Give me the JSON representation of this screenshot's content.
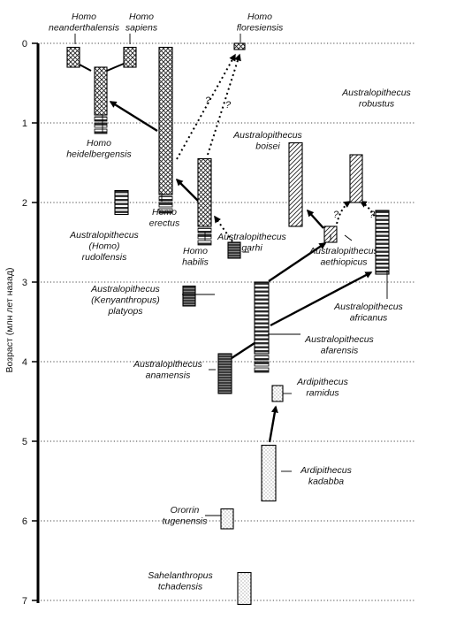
{
  "axis": {
    "title": "Возраст (млн лет назад)",
    "ticks": [
      "0",
      "1",
      "2",
      "3",
      "4",
      "5",
      "6",
      "7"
    ]
  },
  "species": [
    {
      "id": "neanderthalensis",
      "lines": [
        "Homo",
        "neanderthalensis"
      ],
      "from": 0.05,
      "to": 0.3,
      "pattern": "crosshatch"
    },
    {
      "id": "sapiens",
      "lines": [
        "Homo",
        "sapiens"
      ],
      "from": 0.05,
      "to": 0.3,
      "pattern": "crosshatch"
    },
    {
      "id": "heidelbergensis",
      "lines": [
        "Homo",
        "heidelbergensis"
      ],
      "from": 0.3,
      "to": 0.9,
      "pattern": "crosshatch"
    },
    {
      "id": "floresiensis",
      "lines": [
        "Homo",
        "floresiensis"
      ],
      "from": 0.0,
      "to": 0.05,
      "pattern": "crosshatch"
    },
    {
      "id": "erectus",
      "lines": [
        "Homo",
        "erectus"
      ],
      "from": 0.05,
      "to": 1.9,
      "pattern": "crosshatch"
    },
    {
      "id": "habilis",
      "lines": [
        "Homo",
        "habilis"
      ],
      "from": 1.45,
      "to": 2.3,
      "pattern": "crosshatch"
    },
    {
      "id": "rudolfensis",
      "lines": [
        "Australopithecus",
        "(Homo)",
        "rudolfensis"
      ],
      "from": 1.85,
      "to": 2.15,
      "pattern": "stripes"
    },
    {
      "id": "platyops",
      "lines": [
        "Australopithecus",
        "(Kenyanthropus)",
        "platyops"
      ],
      "from": 3.05,
      "to": 3.3,
      "pattern": "dark"
    },
    {
      "id": "garhi",
      "lines": [
        "Australopithecus",
        "garhi"
      ],
      "from": 2.5,
      "to": 2.7,
      "pattern": "dark"
    },
    {
      "id": "boisei",
      "lines": [
        "Australopithecus",
        "boisei"
      ],
      "from": 1.25,
      "to": 2.3,
      "pattern": "diagonal"
    },
    {
      "id": "robustus",
      "lines": [
        "Australopithecus",
        "robustus"
      ],
      "from": 1.4,
      "to": 2.0,
      "pattern": "diagonal"
    },
    {
      "id": "aethiopicus",
      "lines": [
        "Australopithecus",
        "aethiopicus"
      ],
      "from": 2.3,
      "to": 2.5,
      "pattern": "diagonal"
    },
    {
      "id": "africanus",
      "lines": [
        "Australopithecus",
        "africanus"
      ],
      "from": 2.1,
      "to": 2.9,
      "pattern": "stripes"
    },
    {
      "id": "afarensis",
      "lines": [
        "Australopithecus",
        "afarensis"
      ],
      "from": 3.0,
      "to": 3.9,
      "pattern": "stripes"
    },
    {
      "id": "anamensis",
      "lines": [
        "Australopithecus",
        "anamensis"
      ],
      "from": 3.9,
      "to": 4.4,
      "pattern": "dark"
    },
    {
      "id": "ramidus",
      "lines": [
        "Ardipithecus",
        "ramidus"
      ],
      "from": 4.3,
      "to": 4.5,
      "pattern": "dots"
    },
    {
      "id": "kadabba",
      "lines": [
        "Ardipithecus",
        "kadabba"
      ],
      "from": 5.05,
      "to": 5.75,
      "pattern": "dots"
    },
    {
      "id": "tugenensis",
      "lines": [
        "Ororrin",
        "tugenensis"
      ],
      "from": 5.85,
      "to": 6.1,
      "pattern": "dots"
    },
    {
      "id": "tchadensis",
      "lines": [
        "Sahelanthropus",
        "tchadensis"
      ],
      "from": 6.65,
      "to": 7.05,
      "pattern": "dots"
    }
  ],
  "uncertain_marks": [
    "?",
    "?",
    "?",
    "?"
  ]
}
